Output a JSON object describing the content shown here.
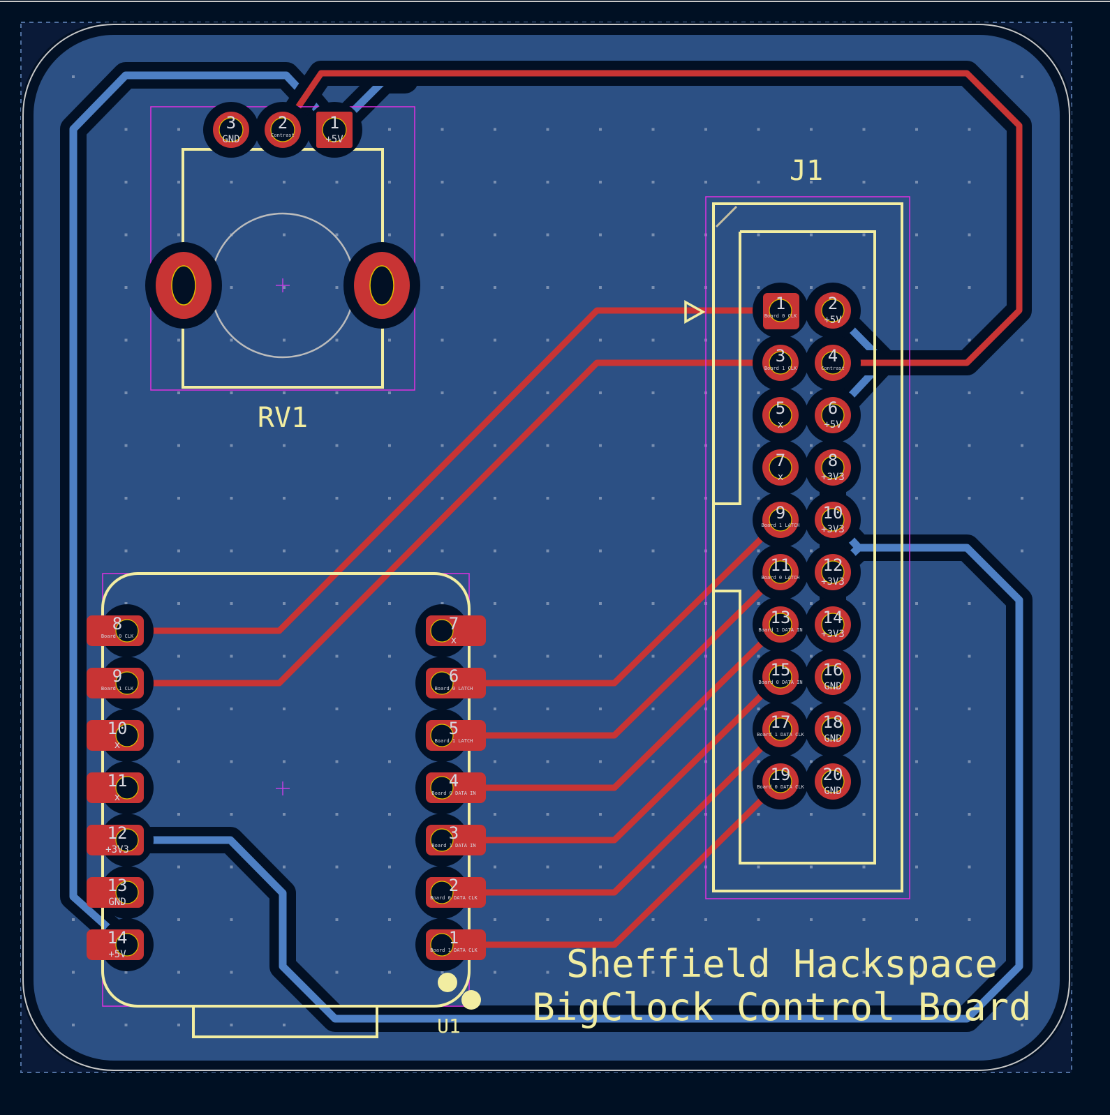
{
  "colors": {
    "background": "#001023",
    "board": "#2c5084",
    "front_copper": "#c83434",
    "back_copper": "#4d7fc4",
    "silkscreen": "#f2eda1",
    "courtyard": "#e030e0",
    "edge": "#c8c8c8"
  },
  "board_text": {
    "line1": "Sheffield Hackspace",
    "line2": "BigClock Control Board"
  },
  "components": {
    "rv1": {
      "ref": "RV1",
      "pads": [
        {
          "num": "3",
          "net": "GND"
        },
        {
          "num": "2",
          "net": "Contrast"
        },
        {
          "num": "1",
          "net": "+5V"
        }
      ]
    },
    "j1": {
      "ref": "J1",
      "pads": [
        {
          "num": "1",
          "net": "Board 0 CLK"
        },
        {
          "num": "2",
          "net": "+5V"
        },
        {
          "num": "3",
          "net": "Board 1 CLK"
        },
        {
          "num": "4",
          "net": "Contrast"
        },
        {
          "num": "5",
          "net": "x"
        },
        {
          "num": "6",
          "net": "+5V"
        },
        {
          "num": "7",
          "net": "x"
        },
        {
          "num": "8",
          "net": "+3V3"
        },
        {
          "num": "9",
          "net": "Board 1 LATCH"
        },
        {
          "num": "10",
          "net": "+3V3"
        },
        {
          "num": "11",
          "net": "Board 0 LATCH"
        },
        {
          "num": "12",
          "net": "+3V3"
        },
        {
          "num": "13",
          "net": "Board 1 DATA IN"
        },
        {
          "num": "14",
          "net": "+3V3"
        },
        {
          "num": "15",
          "net": "Board 0 DATA IN"
        },
        {
          "num": "16",
          "net": "GND"
        },
        {
          "num": "17",
          "net": "Board 1 DATA CLK"
        },
        {
          "num": "18",
          "net": "GND"
        },
        {
          "num": "19",
          "net": "Board 0 DATA CLK"
        },
        {
          "num": "20",
          "net": "GND"
        }
      ]
    },
    "u1": {
      "ref": "U1",
      "left_pads": [
        {
          "num": "8",
          "net": "Board 0 CLK"
        },
        {
          "num": "9",
          "net": "Board 1 CLK"
        },
        {
          "num": "10",
          "net": "x"
        },
        {
          "num": "11",
          "net": "x"
        },
        {
          "num": "12",
          "net": "+3V3"
        },
        {
          "num": "13",
          "net": "GND"
        },
        {
          "num": "14",
          "net": "+5V"
        }
      ],
      "right_pads": [
        {
          "num": "7",
          "net": "x"
        },
        {
          "num": "6",
          "net": "Board 0 LATCH"
        },
        {
          "num": "5",
          "net": "Board 1 LATCH"
        },
        {
          "num": "4",
          "net": "Board 0 DATA IN"
        },
        {
          "num": "3",
          "net": "Board 1 DATA IN"
        },
        {
          "num": "2",
          "net": "Board 0 DATA CLK"
        },
        {
          "num": "1",
          "net": "Board 1 DATA CLK"
        }
      ]
    }
  }
}
